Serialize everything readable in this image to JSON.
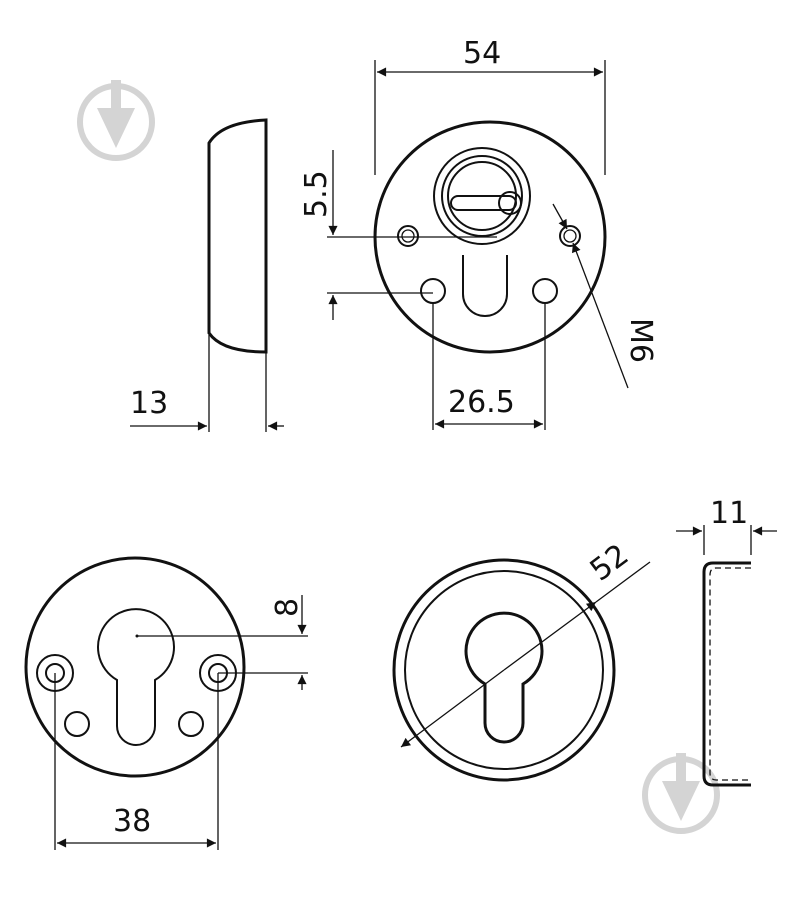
{
  "dimensions": {
    "width_54": "54",
    "offset_5_5": "5.5",
    "thickness_13": "13",
    "spacing_26_5": "26.5",
    "thread_m6": "M6",
    "offset_8": "8",
    "spacing_38": "38",
    "diameter_52": "52",
    "thickness_11": "11"
  },
  "colors": {
    "line": "#111111",
    "watermark": "#d4d4d4",
    "background": "#ffffff"
  },
  "icons": [
    "watermark-logo-icon"
  ]
}
